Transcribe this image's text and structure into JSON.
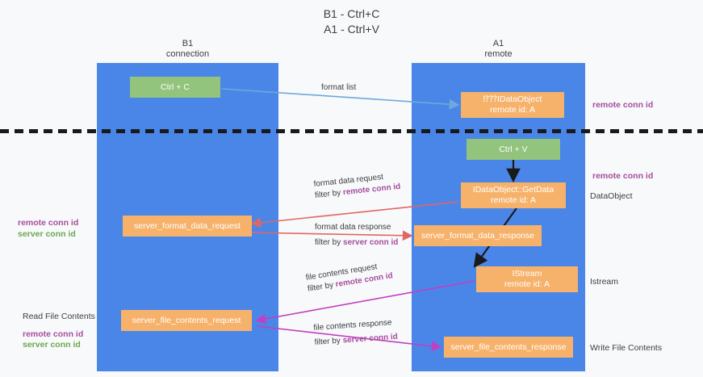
{
  "title": {
    "line1": "B1 - Ctrl+C",
    "line2": "A1 - Ctrl+V"
  },
  "lanes": [
    {
      "id": "b1",
      "name": "B1",
      "role": "connection",
      "color": "#4a86e8"
    },
    {
      "id": "a1",
      "name": "A1",
      "role": "remote",
      "color": "#4a86e8"
    }
  ],
  "colors": {
    "lane": "#4a86e8",
    "green_node": "#93c47d",
    "orange_node": "#f6b26b",
    "remote_conn_id": "#a64d9e",
    "server_conn_id": "#6aa84f",
    "background": "#f8f9fa",
    "text": "#3c4043",
    "red_arrow": "#e06666",
    "magenta_arrow": "#c23fc2",
    "blue_arrow": "#6fa8dc",
    "black_arrow": "#1a1a1a"
  },
  "nodes": {
    "ctrl_c": {
      "label": "Ctrl + C"
    },
    "ctrl_v": {
      "label": "Ctrl + V"
    },
    "idataobject": {
      "line1": "⁉⁇IDataObject",
      "line2": "remote id: A"
    },
    "getdata": {
      "line1": "IDataObject::GetData",
      "line2": "remote id: A"
    },
    "istream": {
      "line1": "IStream",
      "line2": "remote id: A"
    },
    "server_format_data_request": {
      "label": "server_format_data_request"
    },
    "server_format_data_response": {
      "label": "server_format_data_response"
    },
    "server_file_contents_request": {
      "label": "server_file_contents_request"
    },
    "server_file_contents_response": {
      "label": "server_file_contents_response"
    }
  },
  "edges": {
    "format_list": {
      "label": "format list"
    },
    "format_data_request": {
      "line1": "format data request",
      "line2_prefix": "filter by ",
      "line2_value": "remote conn id"
    },
    "format_data_response": {
      "line1": "format data response",
      "line2_prefix": "filter by ",
      "line2_value": "server conn id"
    },
    "file_contents_request": {
      "line1": "file contents request",
      "line2_prefix": "filter by ",
      "line2_value": "remote conn id"
    },
    "file_contents_response": {
      "line1": "file contents response",
      "line2_prefix": "filter by ",
      "line2_value": "server conn id"
    }
  },
  "left_labels": {
    "mid_remote": "remote conn id",
    "mid_server": "server conn id",
    "read_file_contents": "Read File Contents",
    "bottom_remote": "remote conn id",
    "bottom_server": "server conn id"
  },
  "right_labels": {
    "top_remote": "remote conn id",
    "mid_remote": "remote conn id",
    "dataobject": "DataObject",
    "istream": "Istream",
    "write_file_contents": "Write File Contents"
  }
}
